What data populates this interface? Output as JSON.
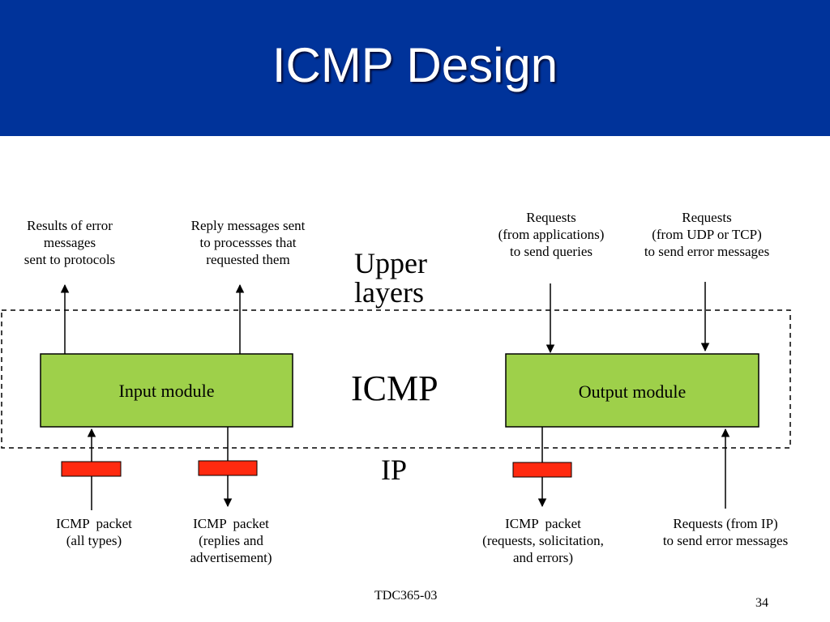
{
  "slide": {
    "title": "ICMP Design",
    "footer": "TDC365-03",
    "page_number": "34"
  },
  "colors": {
    "header": "#00339a",
    "module_fill": "#9ed04a",
    "packet_fill": "#ff2a10"
  },
  "layers": {
    "upper": "Upper\nlayers",
    "icmp": "ICMP",
    "ip": "IP"
  },
  "modules": {
    "input": "Input module",
    "output": "Output module"
  },
  "top_labels": {
    "results": "Results of error\nmessages\nsent to protocols",
    "reply": "Reply messages sent\nto processses that\nrequested them",
    "requests_apps": "Requests\n(from applications)\nto send queries",
    "requests_udp": "Requests\n(from UDP or TCP)\nto send error messages"
  },
  "bottom_labels": {
    "packet_all": "ICMP  packet\n(all types)",
    "packet_replies": "ICMP  packet\n(replies and\nadvertisement)",
    "packet_requests": "ICMP  packet\n(requests, solicitation,\nand errors)",
    "requests_ip": "Requests (from IP)\nto send error messages"
  }
}
